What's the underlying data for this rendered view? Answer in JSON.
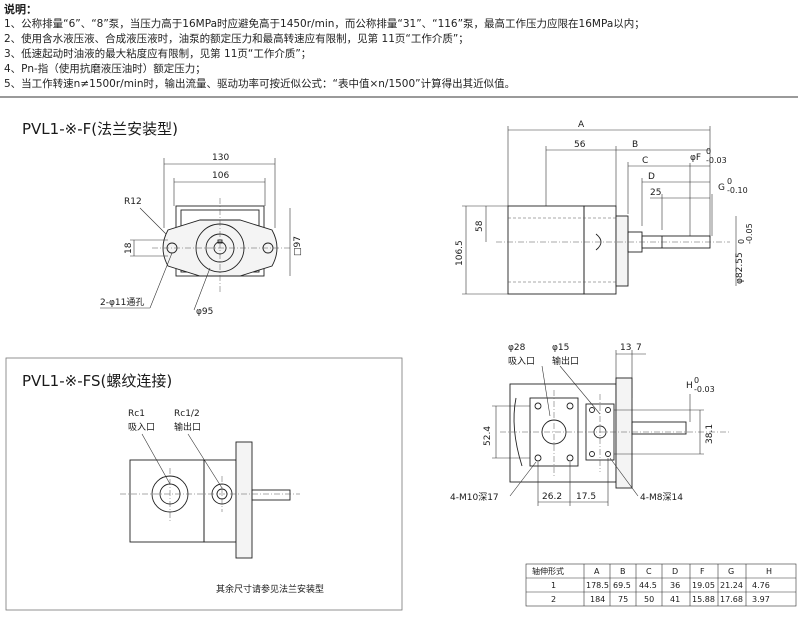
{
  "notes": {
    "title": "说明：",
    "lines": [
      "1、公称排量“6”、“8”泵，当压力高于16MPa时应避免高于1450r/min，而公称排量“31”、“116”泵，最高工作压力应限在16MPa以内；",
      "2、使用含水液压液、合成液压液时，油泵的额定压力和最高转速应有限制，见第 11页“工作介质”；",
      "3、低速起动时油液的最大粘度应有限制，见第 11页“工作介质”；",
      "4、Pn-指（使用抗磨液压油时）额定压力；",
      "5、当工作转速n≠1500r/min时，输出流量、驱动功率可按近似公式：“表中值×n/1500”计算得出其近似值。"
    ]
  },
  "flange_view": {
    "title": "PVL1-※-F(法兰安装型)",
    "dims": {
      "d130": "130",
      "d106": "106",
      "r12": "R12",
      "d18": "18",
      "d97": "□97",
      "holes": "2-φ11通孔",
      "d95": "φ95"
    }
  },
  "side_view": {
    "dims": {
      "A": "A",
      "B": "B",
      "C": "C",
      "D": "D",
      "d56": "56",
      "d25": "25",
      "d1065": "106.5",
      "d58": "58",
      "F": "φF",
      "F_tol": "-0.03",
      "F_tol_up": "0",
      "G": "G",
      "G_tol": "-0.10",
      "G_tol_up": "0",
      "d8255": "φ82.55",
      "d8255_tol": "-0.05",
      "d8255_tol_up": "0"
    }
  },
  "port_view": {
    "dims": {
      "inlet_d": "φ28",
      "inlet": "吸入口",
      "outlet_d": "φ15",
      "outlet": "输出口",
      "d13": "13",
      "d7": "7",
      "H": "H",
      "H_tol": "-0.03",
      "H_tol_up": "0",
      "d524": "52.4",
      "d381": "38.1",
      "m10": "4-M10深17",
      "d262": "26.2",
      "d175": "17.5",
      "m8": "4-M8深14"
    }
  },
  "thread_view": {
    "title": "PVL1-※-FS(螺纹连接)",
    "rc1": "Rc1",
    "rc1_label": "吸入口",
    "rc12": "Rc1/2",
    "rc12_label": "输出口",
    "footnote": "其余尺寸请参见法兰安装型"
  },
  "table": {
    "headers": [
      "轴伸形式",
      "A",
      "B",
      "C",
      "D",
      "F",
      "G",
      "H"
    ],
    "rows": [
      [
        "1",
        "178.5",
        "69.5",
        "44.5",
        "36",
        "19.05",
        "21.24",
        "4.76"
      ],
      [
        "2",
        "184",
        "75",
        "50",
        "41",
        "15.88",
        "17.68",
        "3.97"
      ]
    ]
  }
}
